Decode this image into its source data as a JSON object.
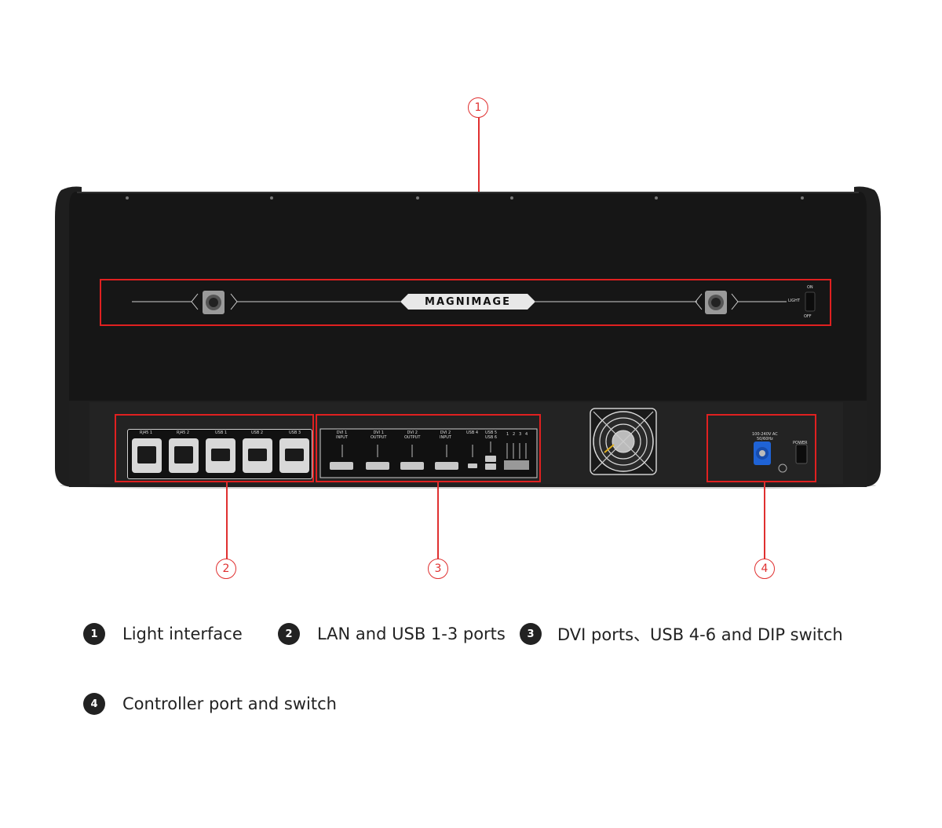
{
  "callouts": [
    {
      "number": "1"
    },
    {
      "number": "2"
    },
    {
      "number": "3"
    },
    {
      "number": "4"
    }
  ],
  "device": {
    "brand": "MAGNIMAGE",
    "light_switch": {
      "on": "ON",
      "label": "LIGHT",
      "off": "OFF"
    },
    "lan_usb_labels": [
      "RJ45 1",
      "RJ45 2",
      "USB 1",
      "USB 2",
      "USB 3"
    ],
    "dvi_labels": [
      {
        "line1": "DVI 1",
        "line2": "INPUT"
      },
      {
        "line1": "DVI 1",
        "line2": "OUTPUT"
      },
      {
        "line1": "DVI 2",
        "line2": "OUTPUT"
      },
      {
        "line1": "DVI 2",
        "line2": "INPUT"
      },
      {
        "line1": "USB 4",
        "line2": ""
      },
      {
        "line1": "USB 5",
        "line2": "USB 6"
      }
    ],
    "dip_labels": [
      "1",
      "2",
      "3",
      "4"
    ],
    "power_input": {
      "line1": "100-240V AC",
      "line2": "50/60Hz"
    },
    "power_label": "POWER"
  },
  "legend": [
    {
      "number": "1",
      "text": "Light interface"
    },
    {
      "number": "2",
      "text": "LAN and USB 1-3 ports"
    },
    {
      "number": "3",
      "text": "DVI ports、USB 4-6 and DIP switch"
    },
    {
      "number": "4",
      "text": "Controller port and switch"
    }
  ],
  "colors": {
    "callout": "#e03030",
    "device_body": "#1b1b1b",
    "legend_badge": "#222222"
  }
}
